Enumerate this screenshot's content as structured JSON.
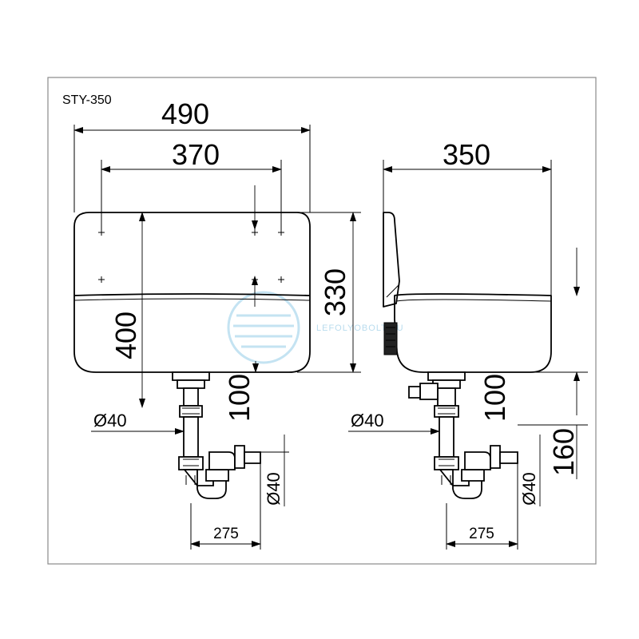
{
  "model": "STY-350",
  "front_view": {
    "overall_width": "490",
    "mount_spacing": "370",
    "height": "330",
    "mount_height": "400",
    "outlet_depth": "100",
    "outlet_diameter": "Ø40",
    "trap_diameter": "Ø40",
    "trap_offset": "275"
  },
  "side_view": {
    "depth": "350",
    "outlet_depth": "100",
    "trap_height": "160",
    "outlet_diameter": "Ø40",
    "trap_diameter": "Ø40",
    "trap_offset": "275"
  },
  "watermark": "LEFOLYOBOLT.HU",
  "colors": {
    "line": "#000000",
    "frame": "#8a8a8a",
    "watermark": "#c4e3f2"
  }
}
